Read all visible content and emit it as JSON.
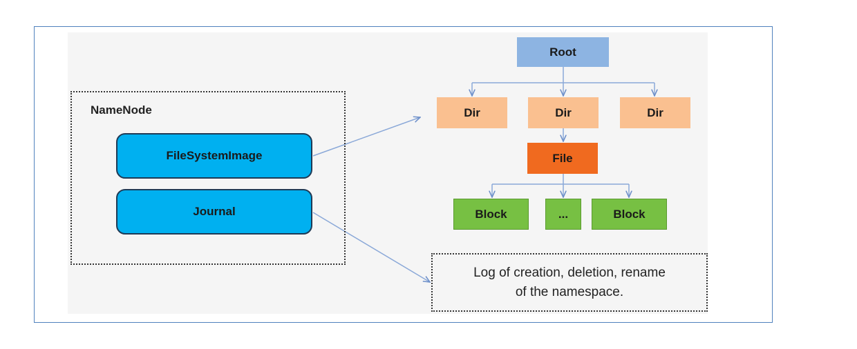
{
  "namenode": {
    "label": "NameNode",
    "fsimage_label": "FileSystemImage",
    "journal_label": "Journal"
  },
  "tree": {
    "root_label": "Root",
    "dirs": [
      "Dir",
      "Dir",
      "Dir"
    ],
    "file_label": "File",
    "blocks": [
      "Block",
      "...",
      "Block"
    ]
  },
  "note": {
    "text": "Log of creation, deletion, rename\nof the namespace."
  },
  "colors": {
    "frame": "#4f81bd",
    "fsimage_fill": "#00b0f0",
    "root_fill": "#8db4e2",
    "dir_fill": "#fac090",
    "file_fill": "#f06a1f",
    "block_fill": "#77c043",
    "connector": "#8aa8d8"
  }
}
